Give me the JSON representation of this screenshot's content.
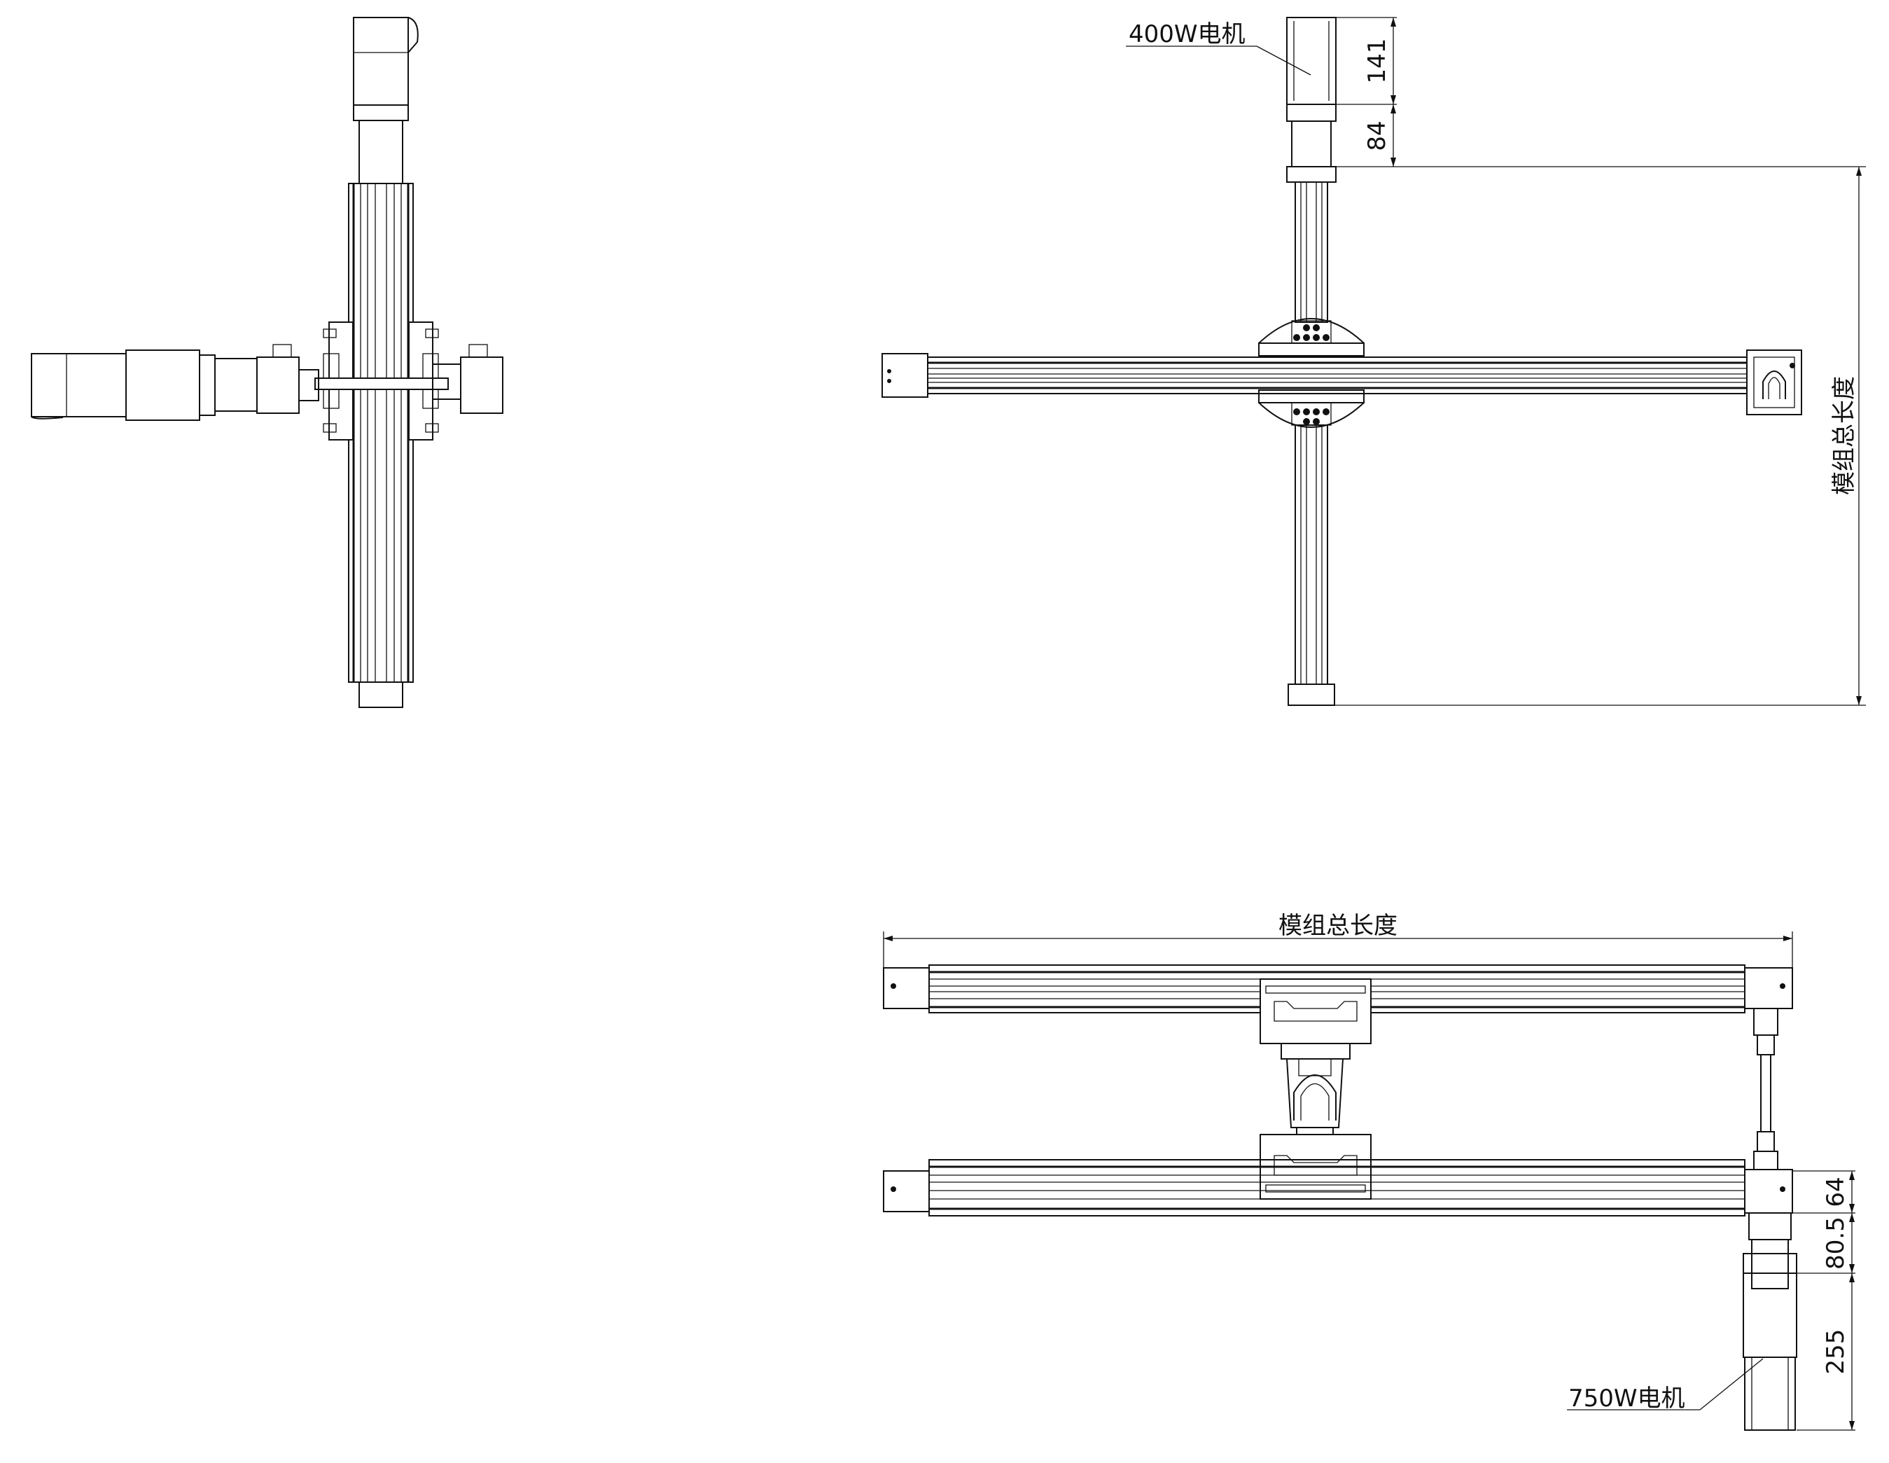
{
  "labels": {
    "motor_400w": "400W电机",
    "motor_750w": "750W电机",
    "module_total_length": "模组总长度"
  },
  "dimensions": {
    "motor_400_length": "141",
    "motor_400_adapter": "84",
    "motor_750_top": "64",
    "motor_750_adapter": "80.5",
    "motor_750_length": "255"
  }
}
